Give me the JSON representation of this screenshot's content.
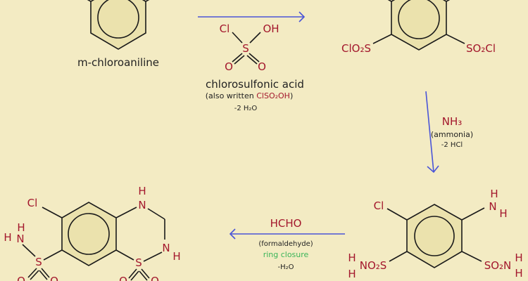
{
  "colors": {
    "background": "#f3ebc3",
    "atom": "#a3172c",
    "arrow": "#4a55d8",
    "note": "#3cb55a"
  },
  "step1": {
    "reactant_name": "m-chloroaniline",
    "reagent": {
      "cl": "Cl",
      "oh": "OH",
      "s": "S",
      "o1": "O",
      "o2": "O"
    },
    "reagent_name": "chlorosulfonic acid",
    "also_prefix": "(also written ",
    "also_formula": "ClSO₂OH",
    "also_suffix": ")",
    "byproduct": "-2 H₂O"
  },
  "intermediate1": {
    "left": "ClO₂S",
    "right": "SO₂Cl"
  },
  "step2": {
    "reagent": "NH₃",
    "reagent_name": "(ammonia)",
    "byproduct": "-2 HCl"
  },
  "intermediate2": {
    "cl": "Cl",
    "n": "N",
    "h1": "H",
    "h2": "H",
    "left_h1": "H",
    "left_group": "NO₂S",
    "left_h2": "H",
    "right_group": "SO₂N",
    "right_h1": "H",
    "right_h2": "H"
  },
  "step3": {
    "reagent": "HCHO",
    "reagent_name": "(formaldehyde)",
    "note": "ring closure",
    "byproduct": "-H₂O"
  },
  "product": {
    "cl": "Cl",
    "n1": "N",
    "n1_h": "H",
    "n2": "N",
    "n2_h": "H",
    "s1": "S",
    "s1_o1": "O",
    "s1_o2": "O",
    "s2": "S",
    "s2_o1": "O",
    "s2_o2": "O",
    "nh2_n": "N",
    "nh2_h1": "H",
    "nh2_h2": "H"
  }
}
